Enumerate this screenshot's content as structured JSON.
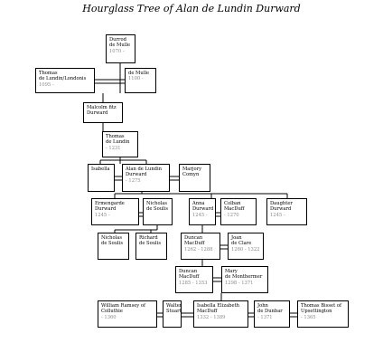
{
  "title": "Hourglass Tree of Alan de Lundin Durward",
  "nodes": {
    "durrod": {
      "name": [
        "Durrod",
        "de Mulle"
      ],
      "dates": "1070 -"
    },
    "thomas_l": {
      "name": [
        "Thomas",
        "de Lundin/Londonis"
      ],
      "dates": "1095 -"
    },
    "demulle": {
      "name": [
        "de Mulle"
      ],
      "dates": "1100 -"
    },
    "malcolm": {
      "name": [
        "Malcolm fitz",
        "Durward"
      ],
      "dates": ""
    },
    "thomas_dl": {
      "name": [
        "Thomas",
        "de Lundin"
      ],
      "dates": "- 1231"
    },
    "isabella": {
      "name": [
        "Isabella"
      ],
      "dates": ""
    },
    "alan": {
      "name": [
        "Alan de Lundin",
        "Durward"
      ],
      "dates": "- 1275"
    },
    "marjory": {
      "name": [
        "Marjory",
        "Comyn"
      ],
      "dates": ""
    },
    "ermengarde": {
      "name": [
        "Ermengarde",
        "Durward"
      ],
      "dates": "1245 -"
    },
    "nicholas": {
      "name": [
        "Nicholas",
        "de Soulis"
      ],
      "dates": ""
    },
    "anna": {
      "name": [
        "Anna",
        "Durward"
      ],
      "dates": "1245 -"
    },
    "colban": {
      "name": [
        "Colban",
        "MacDuff"
      ],
      "dates": "- 1270"
    },
    "daughter": {
      "name": [
        "Daughter",
        "Durward"
      ],
      "dates": "1245 -"
    },
    "nicholas2": {
      "name": [
        "Nicholas",
        "de Soulis"
      ],
      "dates": ""
    },
    "richard": {
      "name": [
        "Richard",
        "de Soulis"
      ],
      "dates": ""
    },
    "duncan1": {
      "name": [
        "Duncan",
        "MacDuff"
      ],
      "dates": "1262 - 1288"
    },
    "joan": {
      "name": [
        "Joan",
        "de Clare"
      ],
      "dates": "1260 - 1322"
    },
    "duncan2": {
      "name": [
        "Duncan",
        "MacDuff"
      ],
      "dates": "1285 - 1353"
    },
    "mary": {
      "name": [
        "Mary",
        "de Monthermer"
      ],
      "dates": "1298 - 1371"
    },
    "william": {
      "name": [
        "William Ramsey of",
        "Colluthie"
      ],
      "dates": "- 1360"
    },
    "walter": {
      "name": [
        "Walter",
        "Stuart"
      ],
      "dates": ""
    },
    "isabella_e": {
      "name": [
        "Isabella Elizabeth",
        "MacDuff"
      ],
      "dates": "1332 - 1389"
    },
    "john": {
      "name": [
        "John",
        "de Dunbar"
      ],
      "dates": "- 1371"
    },
    "thomas_b": {
      "name": [
        "Thomas Bisset of",
        "Upsettington"
      ],
      "dates": "- 1365"
    }
  }
}
